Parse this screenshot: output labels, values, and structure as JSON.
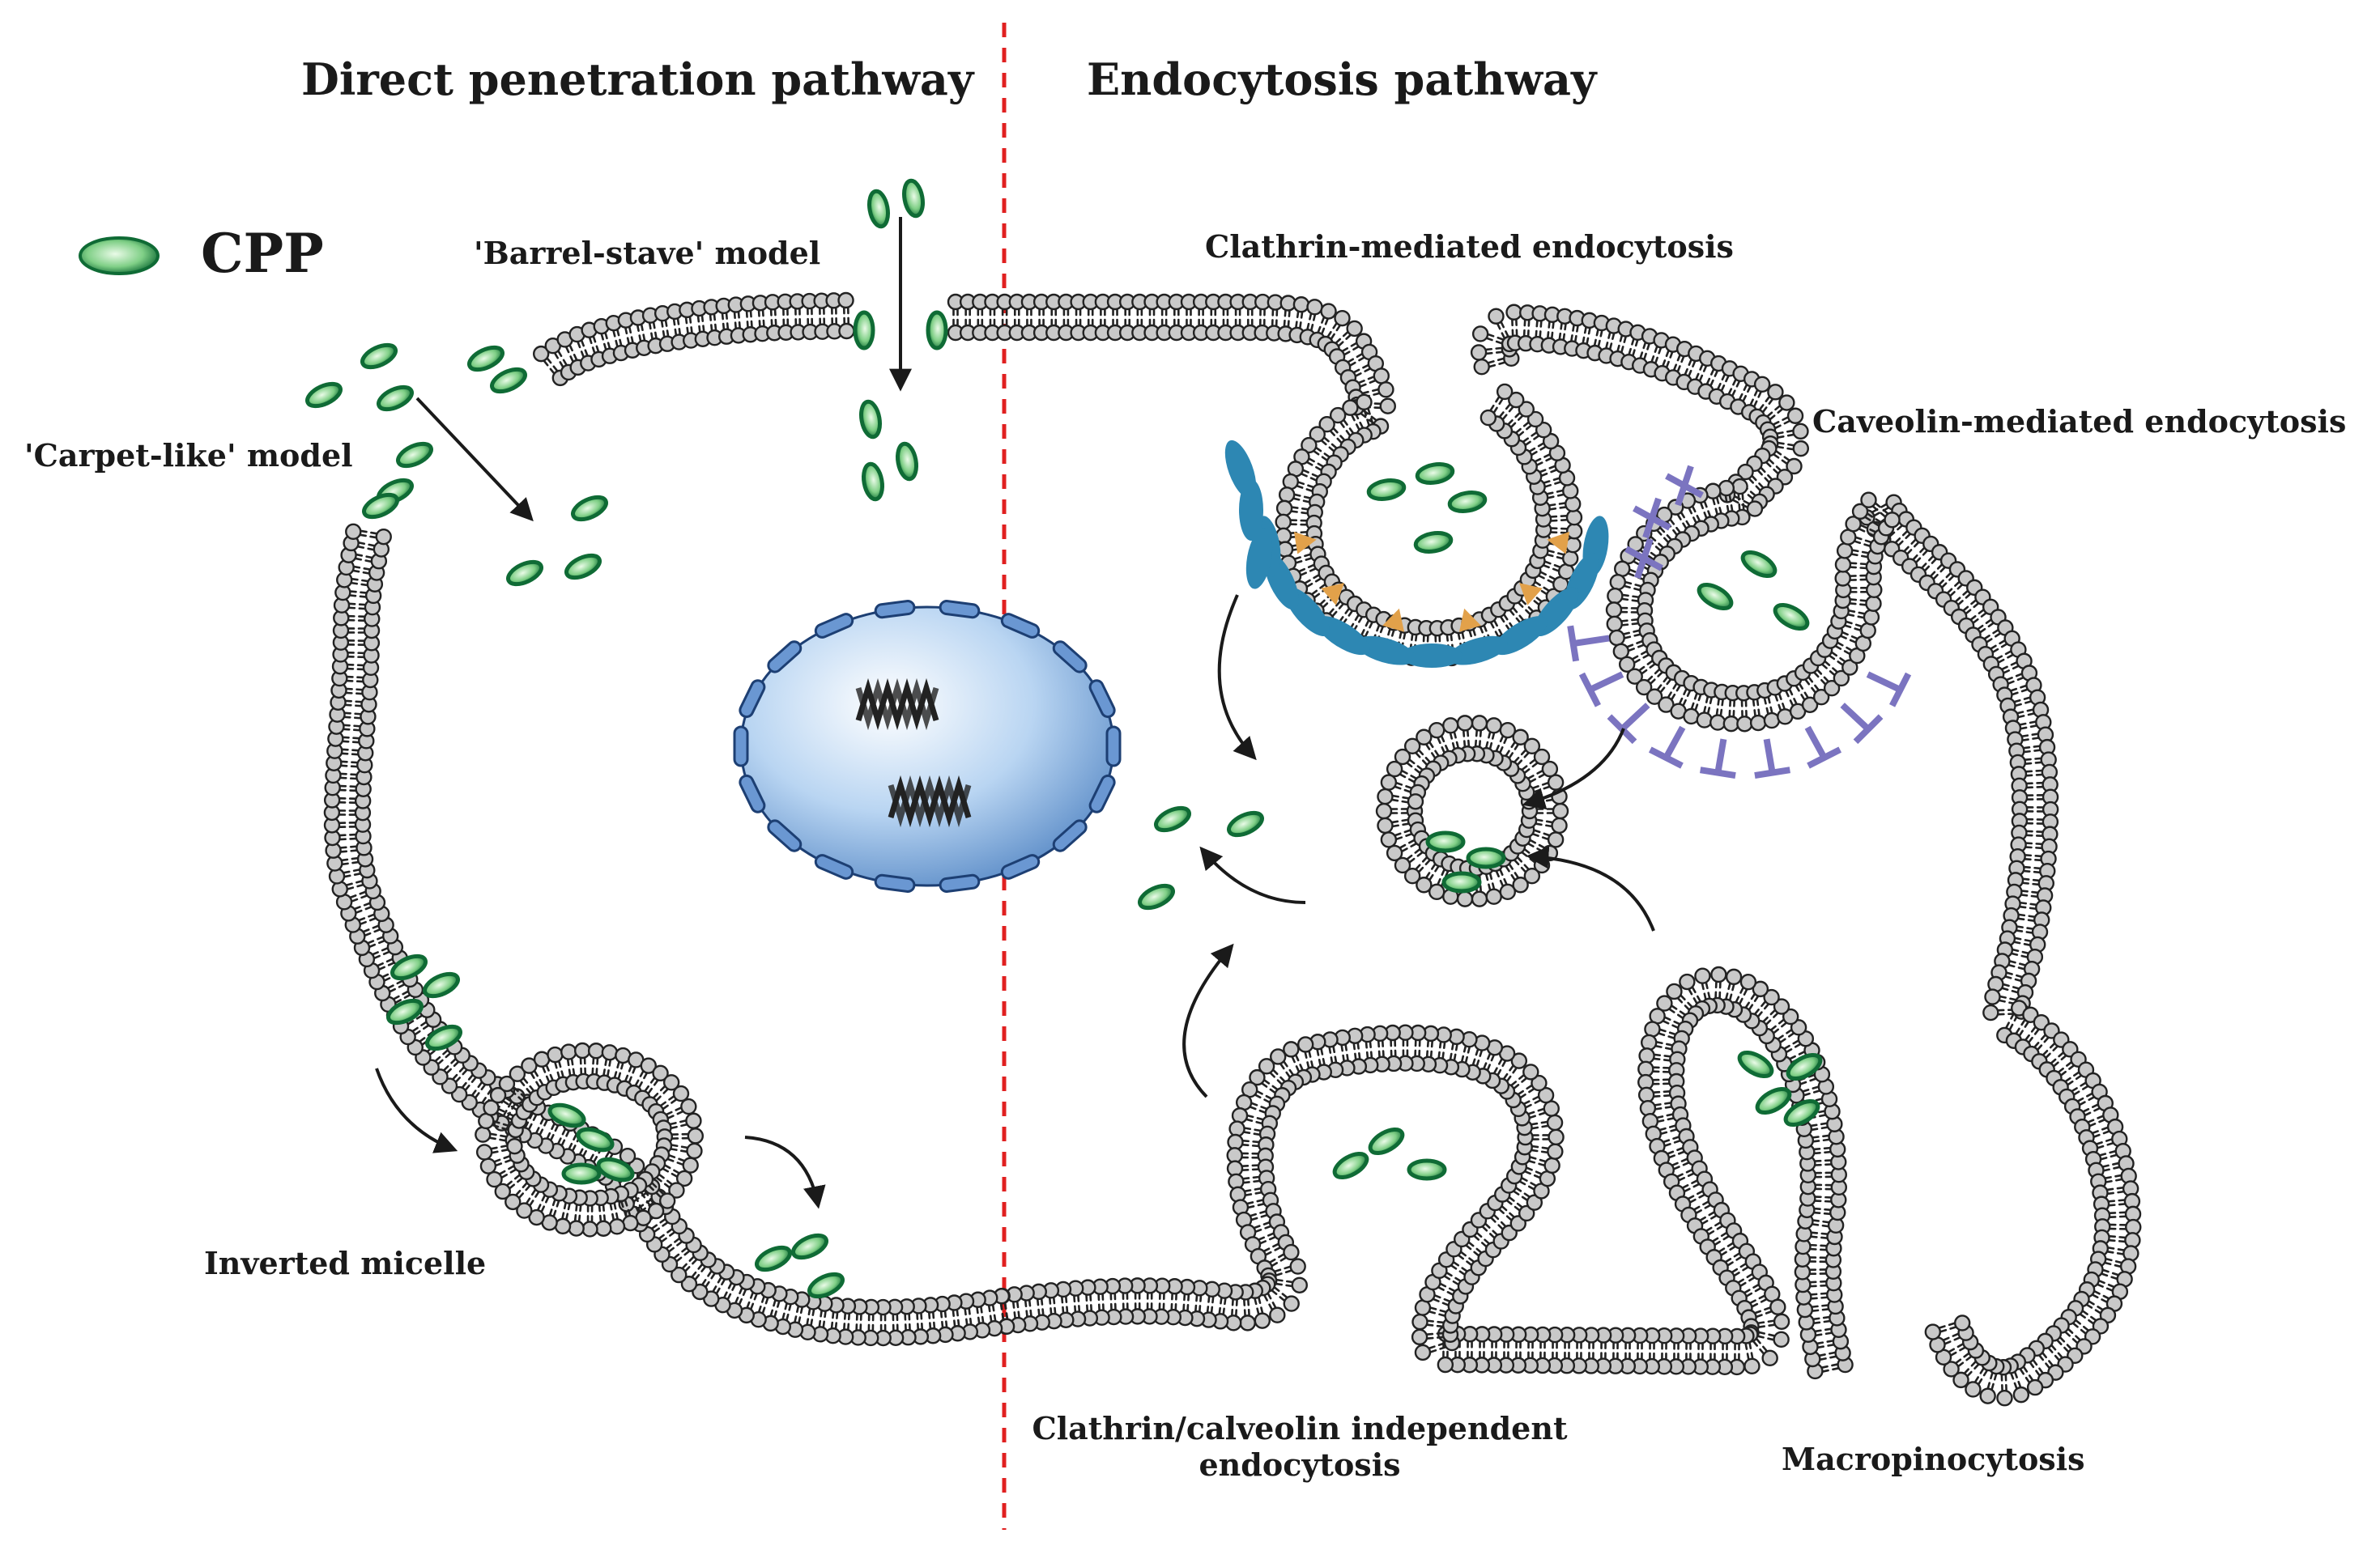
{
  "headers": {
    "direct": "Direct penetration pathway",
    "endocytosis": "Endocytosis pathway"
  },
  "legend": {
    "cpp_label": "CPP",
    "cpp_icon": "green-ellipse-icon"
  },
  "labels": {
    "barrel_stave": "'Barrel-stave' model",
    "carpet_like": "'Carpet-like' model",
    "inverted_micelle": "Inverted micelle",
    "clathrin": "Clathrin-mediated endocytosis",
    "caveolin": "Caveolin-mediated endocytosis",
    "independent_line1": "Clathrin/calveolin independent",
    "independent_line2": "endocytosis",
    "macropinocytosis": "Macropinocytosis"
  },
  "colors": {
    "cpp_green": "#0f6b35",
    "membrane_head": "#c9c9c9",
    "membrane_outline": "#222222",
    "divider_red": "#e02020",
    "nucleus_blue": "#9cc2ea",
    "clathrin_teal": "#2d87b3",
    "adaptor_orange": "#e2a14a",
    "caveolin_purple": "#7b74c0"
  }
}
